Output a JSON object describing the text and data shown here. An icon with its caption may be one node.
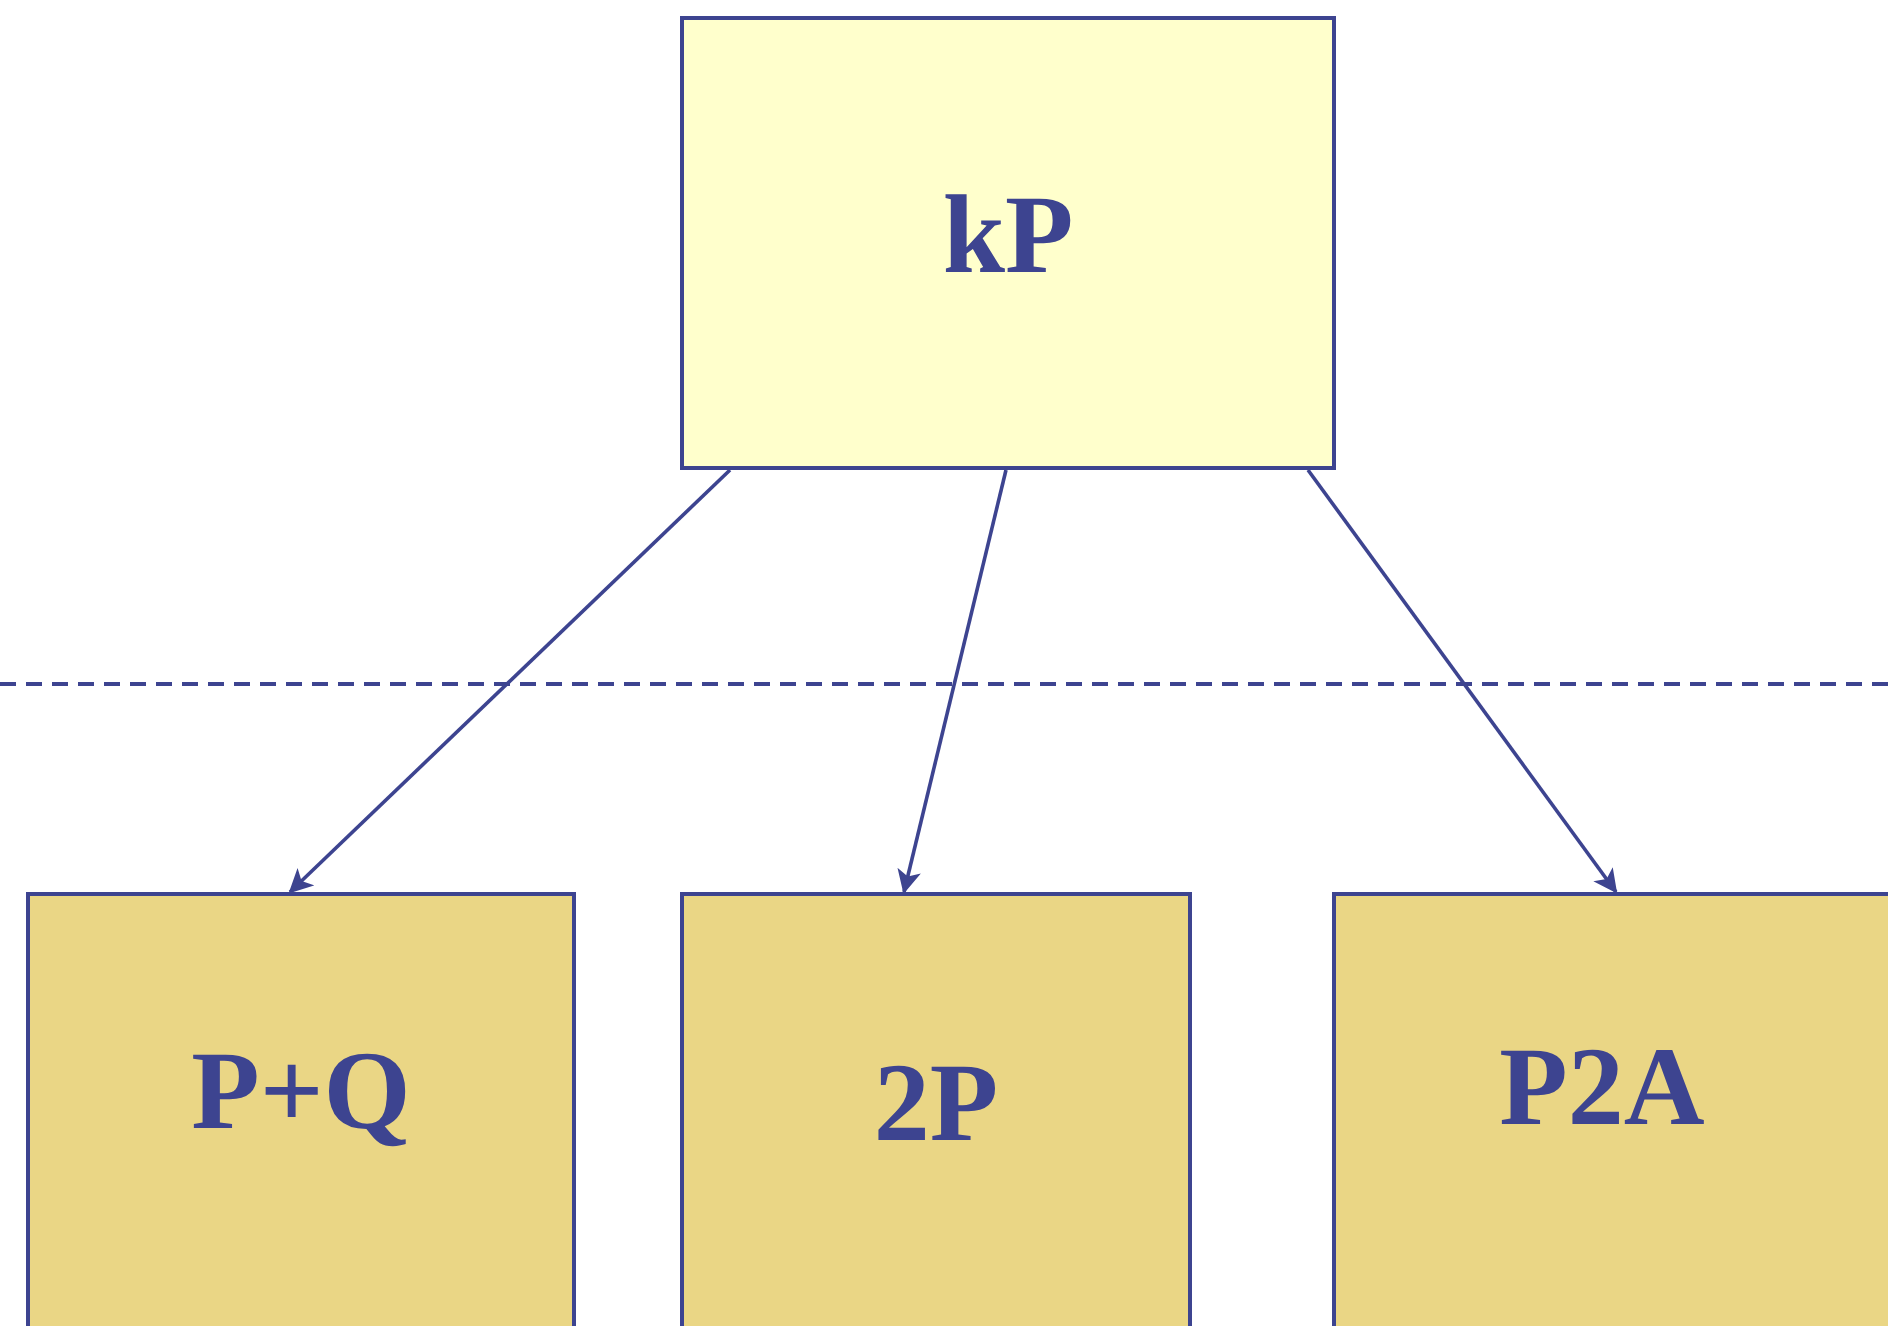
{
  "diagram": {
    "nodes": [
      {
        "text": [
          "kP"
        ]
      },
      {
        "text": [
          "P+Q"
        ]
      },
      {
        "text": [
          "2P"
        ]
      },
      {
        "text": [
          "P2A"
        ]
      }
    ],
    "edges": [
      {
        "from": 0,
        "to": 1,
        "arrow": "to"
      },
      {
        "from": 0,
        "to": 2,
        "arrow": "to"
      },
      {
        "from": 0,
        "to": 3,
        "arrow": "to"
      }
    ]
  }
}
